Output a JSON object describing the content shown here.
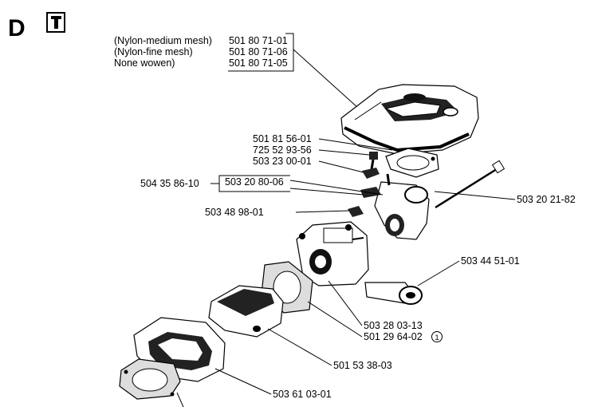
{
  "section": {
    "letter": "D",
    "tool_icon": "wrench-tool-icon"
  },
  "filter_group": {
    "rows": [
      {
        "desc": "(Nylon-medium mesh)",
        "number": "501 80 71-01"
      },
      {
        "desc": "(Nylon-fine mesh)",
        "number": "501 80 71-06"
      },
      {
        "desc": "None wowen)",
        "number": "501 80 71-05"
      }
    ]
  },
  "callouts": {
    "gasket_top": "501 81 56-01",
    "screw": "725 52 93-56",
    "washer": "503 23 00-01",
    "assembly": "504 35 86-10",
    "adapter": "503 20 80-06",
    "long_bolt": "503 20 21-82",
    "clip": "503 48 98-01",
    "fuel_filter": "503 44 51-01",
    "carburetor": "503 28 03-13",
    "carb_kit": "501 29 64-02",
    "carb_kit_note": "1",
    "intake_block": "501 53 38-03",
    "intake_boot": "503 61 03-01"
  }
}
